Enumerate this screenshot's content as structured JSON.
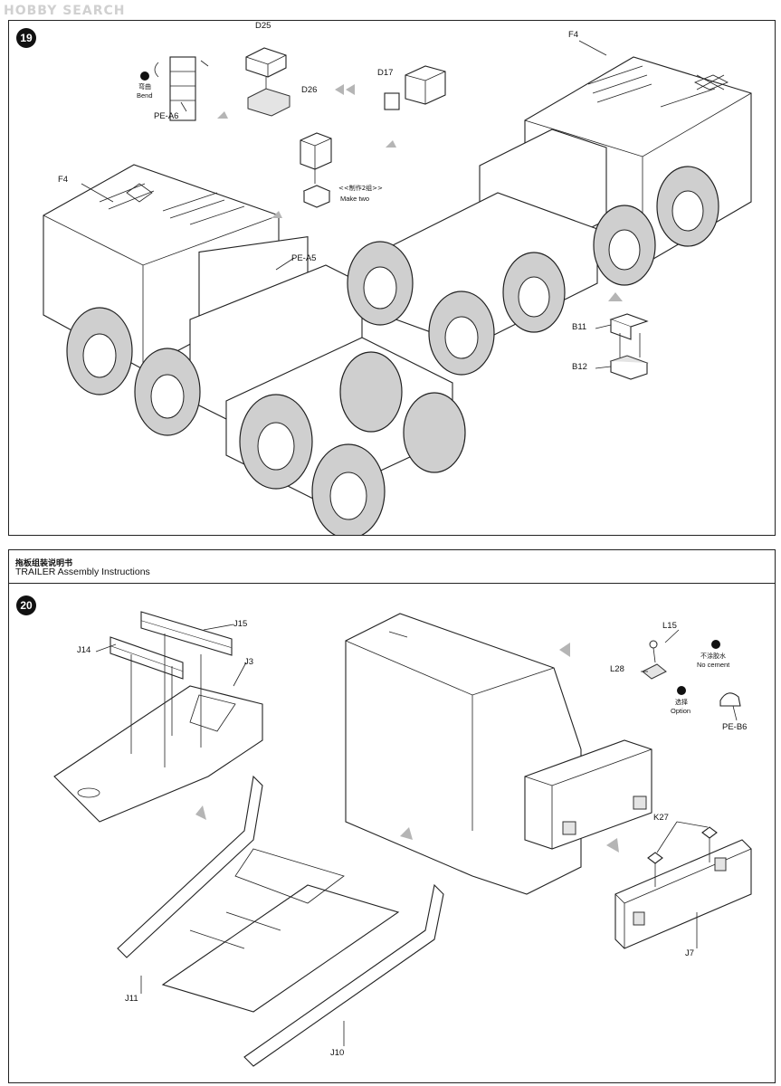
{
  "watermark": "HOBBY SEARCH",
  "step19": {
    "number": "19",
    "labels": {
      "d25": "D25",
      "d26": "D26",
      "d17": "D17",
      "f4_top": "F4",
      "f4_left": "F4",
      "pe_a6": "PE-A6",
      "pe_a5": "PE-A5",
      "b11": "B11",
      "b12": "B12"
    },
    "bend_cn": "弯曲",
    "bend_en": "Bend",
    "make_two_cn": "<<制作2组>>",
    "make_two_en": "Make two"
  },
  "step20": {
    "number": "20",
    "header_cn": "拖板组装说明书",
    "header_en": "TRAILER Assembly Instructions",
    "labels": {
      "j15": "J15",
      "j14": "J14",
      "j3": "J3",
      "j11": "J11",
      "j10": "J10",
      "l15": "L15",
      "l28": "L28",
      "pe_b6": "PE-B6",
      "k27": "K27",
      "j7": "J7"
    },
    "no_cement_cn": "不涂胶水",
    "no_cement_en": "No cement",
    "option_cn": "选择",
    "option_en": "Option"
  }
}
